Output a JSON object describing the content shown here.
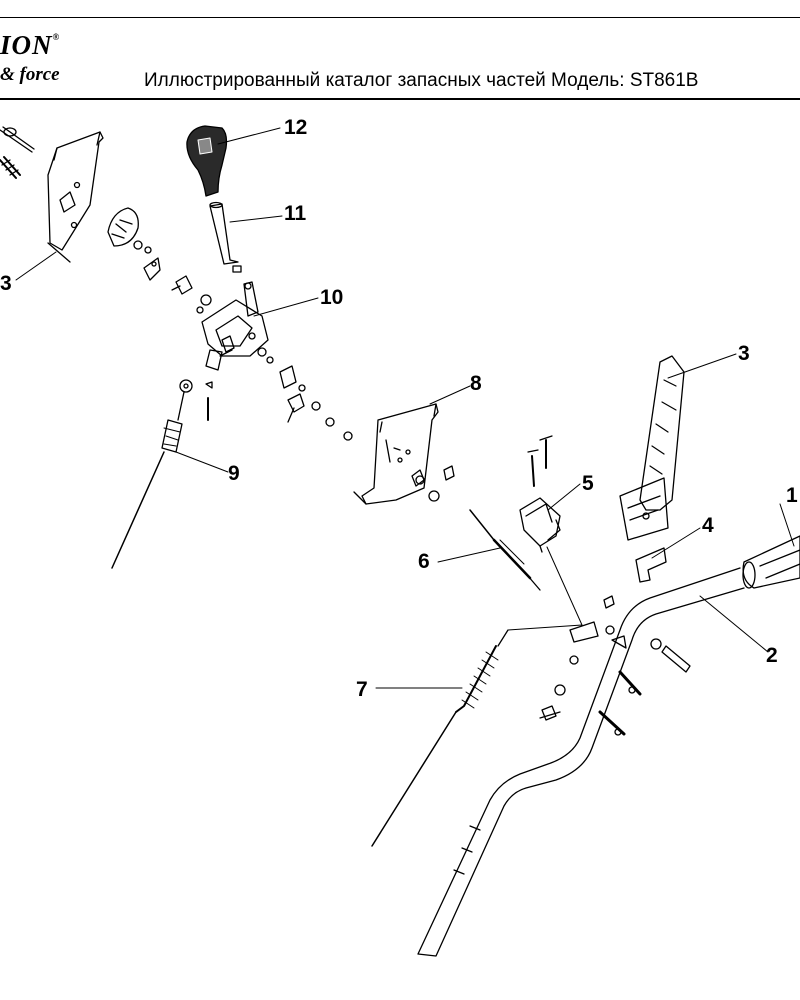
{
  "header": {
    "brand_top": "ION",
    "brand_reg": "®",
    "brand_bottom": "& force",
    "title": "Иллюстрированный каталог запасных частей Модель: ST861B"
  },
  "callouts": [
    {
      "id": "1",
      "label": "1"
    },
    {
      "id": "2",
      "label": "2"
    },
    {
      "id": "3a",
      "label": "3"
    },
    {
      "id": "3b",
      "label": "3"
    },
    {
      "id": "4",
      "label": "4"
    },
    {
      "id": "5",
      "label": "5"
    },
    {
      "id": "6",
      "label": "6"
    },
    {
      "id": "7",
      "label": "7"
    },
    {
      "id": "8",
      "label": "8"
    },
    {
      "id": "9",
      "label": "9"
    },
    {
      "id": "10",
      "label": "10"
    },
    {
      "id": "11",
      "label": "11"
    },
    {
      "id": "12",
      "label": "12"
    }
  ],
  "colors": {
    "ink": "#000000",
    "paper": "#ffffff",
    "knob": "#2a2a2a"
  }
}
